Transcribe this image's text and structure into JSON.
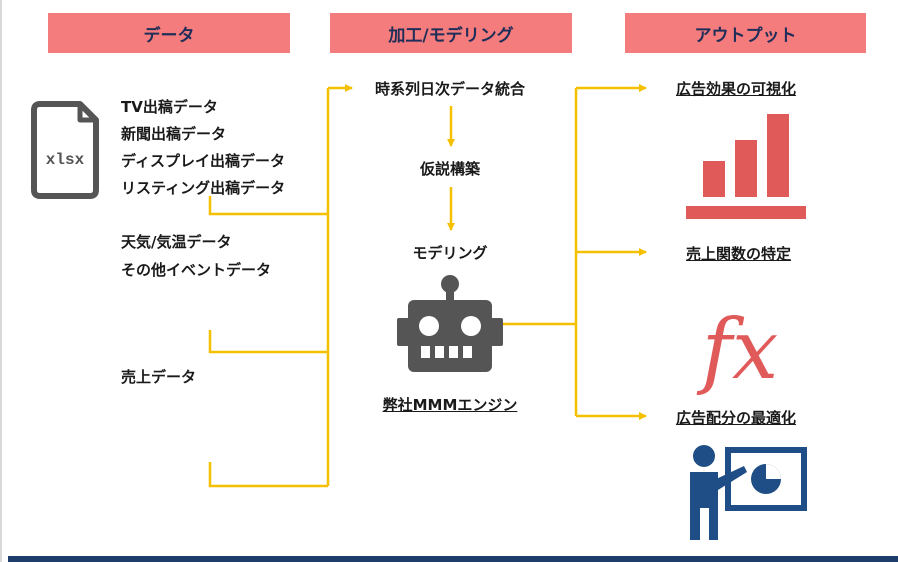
{
  "headers": {
    "data": "データ",
    "processing": "加工/モデリング",
    "output": "アウトプット"
  },
  "file_icon": {
    "label": "xlsx"
  },
  "inputs": {
    "ad_sources": [
      "TV出稿データ",
      "新聞出稿データ",
      "ディスプレイ出稿データ",
      "リスティング出稿データ"
    ],
    "external": [
      "天気/気温データ",
      "その他イベントデータ"
    ],
    "sales": "売上データ"
  },
  "steps": {
    "integration": "時系列日次データ統合",
    "hypothesis": "仮説構築",
    "modeling": "モデリング",
    "engine": "弊社MMMエンジン"
  },
  "outputs": {
    "ad_effect": "広告効果の可視化",
    "sales_function": "売上関数の特定",
    "fx_symbol": "fx",
    "ad_allocation": "広告配分の最適化"
  },
  "colors": {
    "header_bg": "#f47c7c",
    "header_text": "#1f2d59",
    "connector": "#f5c000",
    "chart_red": "#e05a5a",
    "icon_gray": "#555555",
    "presenter_blue": "#1f4e86",
    "bottom_bar": "#1f3d6b"
  }
}
